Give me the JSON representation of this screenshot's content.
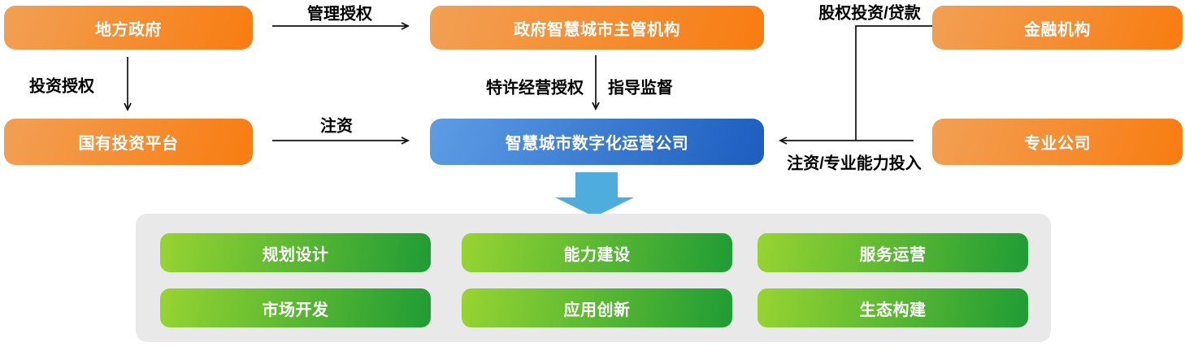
{
  "diagram": {
    "nodes": {
      "local_government": "地方政府",
      "gov_smart_city_authority": "政府智慧城市主管机构",
      "financial_institution": "金融机构",
      "state_investment_platform": "国有投资平台",
      "smart_city_digital_operator": "智慧城市数字化运营公司",
      "professional_company": "专业公司"
    },
    "edge_labels": {
      "management_authorization": "管理授权",
      "investment_authorization": "投资授权",
      "capital_injection": "注资",
      "franchise_authorization": "特许经营授权",
      "guidance_supervision": "指导监督",
      "equity_investment_loan": "股权投资/贷款",
      "capital_capability_input": "注资/专业能力投入"
    },
    "business_areas": [
      "规划设计",
      "能力建设",
      "服务运营",
      "市场开发",
      "应用创新",
      "生态构建"
    ],
    "colors": {
      "orange_gradient_start": "#f2a055",
      "orange_gradient_end": "#f87c10",
      "blue_gradient_start": "#5d9de5",
      "blue_gradient_end": "#1c5dbf",
      "green_gradient_start": "#97d431",
      "green_gradient_end": "#1f9c34",
      "down_arrow_blue": "#4fadde",
      "panel_gray": "#e9e9e9",
      "connector_black": "#111111"
    }
  }
}
